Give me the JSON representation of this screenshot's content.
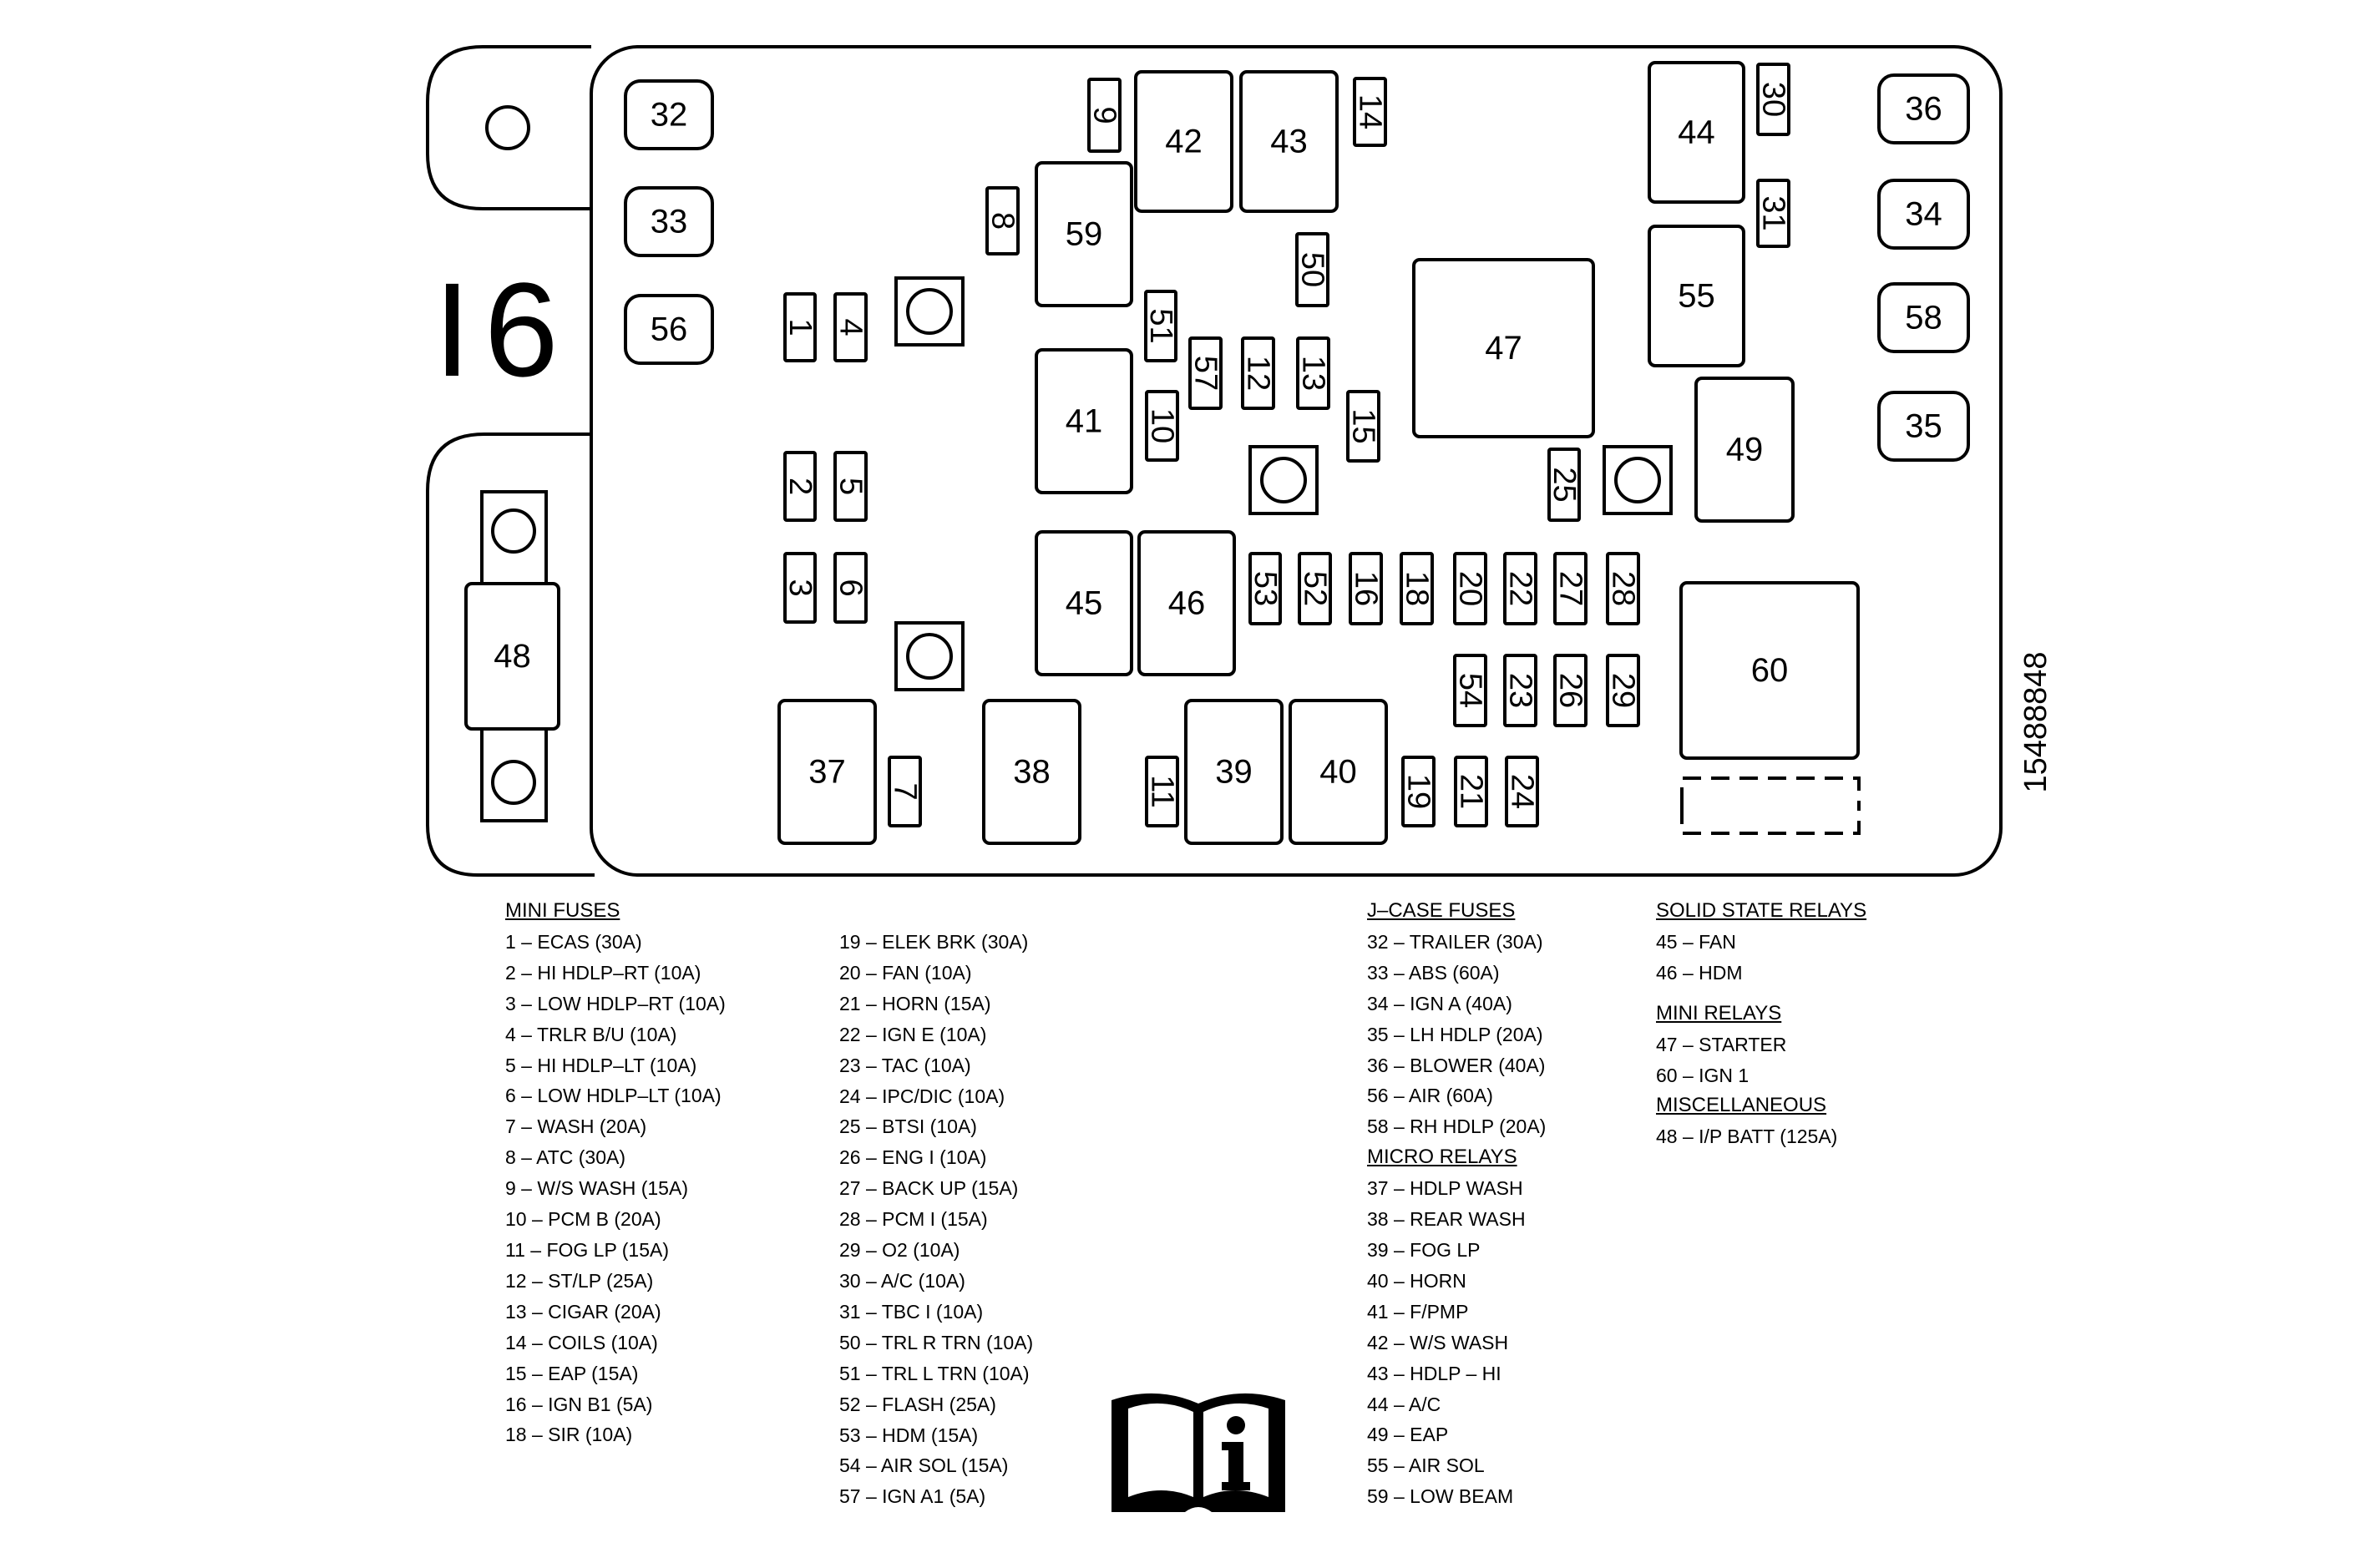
{
  "diagram": {
    "panel_code": "I6",
    "part_number": "15488848",
    "fuse_box": {
      "32": "32",
      "33": "33",
      "56": "56",
      "36": "36",
      "34": "34",
      "58": "58",
      "35": "35",
      "9": "9",
      "42": "42",
      "43": "43",
      "14": "14",
      "44": "44",
      "30": "30",
      "31": "31",
      "8": "8",
      "59": "59",
      "50": "50",
      "47": "47",
      "55": "55",
      "49": "49",
      "1": "1",
      "4": "4",
      "51": "51",
      "57": "57",
      "12": "12",
      "13": "13",
      "41": "41",
      "10": "10",
      "15": "15",
      "25": "25",
      "2": "2",
      "5": "5",
      "3": "3",
      "6": "6",
      "45": "45",
      "46": "46",
      "53": "53",
      "52": "52",
      "16": "16",
      "18": "18",
      "20": "20",
      "22": "22",
      "27": "27",
      "28": "28",
      "54": "54",
      "23": "23",
      "26": "26",
      "29": "29",
      "60": "60",
      "48": "48",
      "37": "37",
      "7": "7",
      "38": "38",
      "11": "11",
      "39": "39",
      "40": "40",
      "19": "19",
      "21": "21",
      "24": "24"
    }
  },
  "legend": {
    "col1": {
      "heading": "MINI FUSES",
      "items": [
        "1 – ECAS (30A)",
        "2 – HI HDLP–RT (10A)",
        "3 – LOW HDLP–RT (10A)",
        "4 – TRLR B/U (10A)",
        "5 – HI HDLP–LT (10A)",
        "6 – LOW HDLP–LT (10A)",
        "7 – WASH (20A)",
        "8 – ATC (30A)",
        "9 – W/S WASH (15A)",
        "10 – PCM B (20A)",
        "11 – FOG LP (15A)",
        "12 – ST/LP (25A)",
        "13 – CIGAR (20A)",
        "14 – COILS (10A)",
        "15 – EAP (15A)",
        "16 – IGN B1 (5A)",
        "18 – SIR (10A)"
      ]
    },
    "col2": {
      "items": [
        "19 – ELEK BRK (30A)",
        "20 – FAN (10A)",
        "21 – HORN (15A)",
        "22 – IGN E (10A)",
        "23 – TAC (10A)",
        "24 – IPC/DIC (10A)",
        "25 – BTSI (10A)",
        "26 – ENG I (10A)",
        "27 – BACK UP (15A)",
        "28 – PCM I (15A)",
        "29 – O2 (10A)",
        "30 – A/C (10A)",
        "31 – TBC I (10A)",
        "50 – TRL R TRN (10A)",
        "51 – TRL L TRN (10A)",
        "52 – FLASH (25A)",
        "53 – HDM (15A)",
        "54 – AIR SOL (15A)",
        "57 – IGN A1 (5A)"
      ]
    },
    "col3": {
      "heading1": "J–CASE FUSES",
      "items1": [
        "32 – TRAILER (30A)",
        "33 – ABS (60A)",
        "34 – IGN A (40A)",
        "35 – LH HDLP (20A)",
        "36 – BLOWER (40A)",
        "56 – AIR (60A)",
        "58 – RH HDLP (20A)"
      ],
      "heading2": "MICRO RELAYS",
      "items2": [
        "37 – HDLP WASH",
        "38 – REAR WASH",
        "39 – FOG LP",
        "40 – HORN",
        "41 – F/PMP",
        "42 – W/S WASH",
        "43 – HDLP – HI",
        "44 – A/C",
        "49 – EAP",
        "55 – AIR SOL",
        "59 – LOW BEAM"
      ]
    },
    "col4": {
      "heading1": "SOLID STATE RELAYS",
      "items1": [
        "45 – FAN",
        "46 – HDM"
      ],
      "heading2": "MINI RELAYS",
      "items2": [
        "47 – STARTER",
        "60 – IGN 1"
      ],
      "heading3": "MISCELLANEOUS",
      "items3": [
        "48 – I/P BATT (125A)"
      ]
    }
  }
}
